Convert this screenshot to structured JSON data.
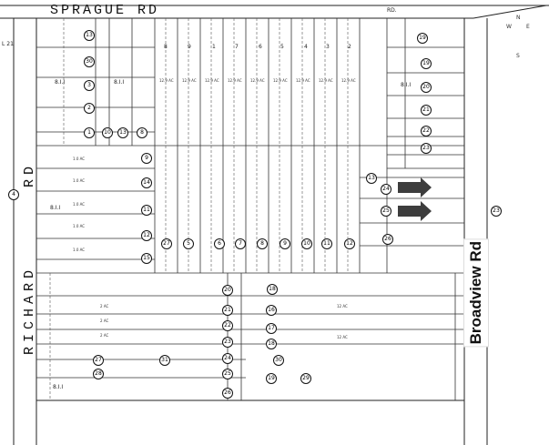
{
  "roads": {
    "north": "SPRAGUE RD",
    "north_short": "RD.",
    "west_1": "RD",
    "west_2": "RICHARD",
    "east": "Broadview Rd"
  },
  "margin_note": "L 21",
  "compass": {
    "n": "N",
    "w": "W",
    "e": "E",
    "s": "S"
  },
  "district_badge_west": "4",
  "district_badge_east": "23",
  "lot_labels": [
    {
      "t": "8.I.I"
    },
    {
      "t": "8.I.I"
    },
    {
      "t": "8.I.I"
    },
    {
      "t": "8.I.I"
    },
    {
      "t": "8.I.I"
    }
  ],
  "parcel_circles": [
    "13",
    "30",
    "3",
    "2",
    "1",
    "10",
    "13",
    "8",
    "9",
    "14",
    "11",
    "12",
    "15",
    "19",
    "19",
    "20",
    "21",
    "22",
    "23",
    "24",
    "25",
    "26",
    "27",
    "5",
    "6",
    "7",
    "8",
    "9",
    "10",
    "11",
    "12",
    "13",
    "18",
    "16",
    "17",
    "18",
    "19",
    "20",
    "21",
    "22",
    "23",
    "24",
    "25",
    "26",
    "27",
    "28",
    "29",
    "30",
    "31"
  ],
  "lot_column_numbers": [
    "8",
    "9",
    "1",
    "7",
    "6",
    "5",
    "4",
    "3",
    "2"
  ],
  "arrow_count": 2,
  "colors": {
    "arrow": "#3d3d3d",
    "line": "#222222",
    "highlight": "#1a1a1a"
  }
}
